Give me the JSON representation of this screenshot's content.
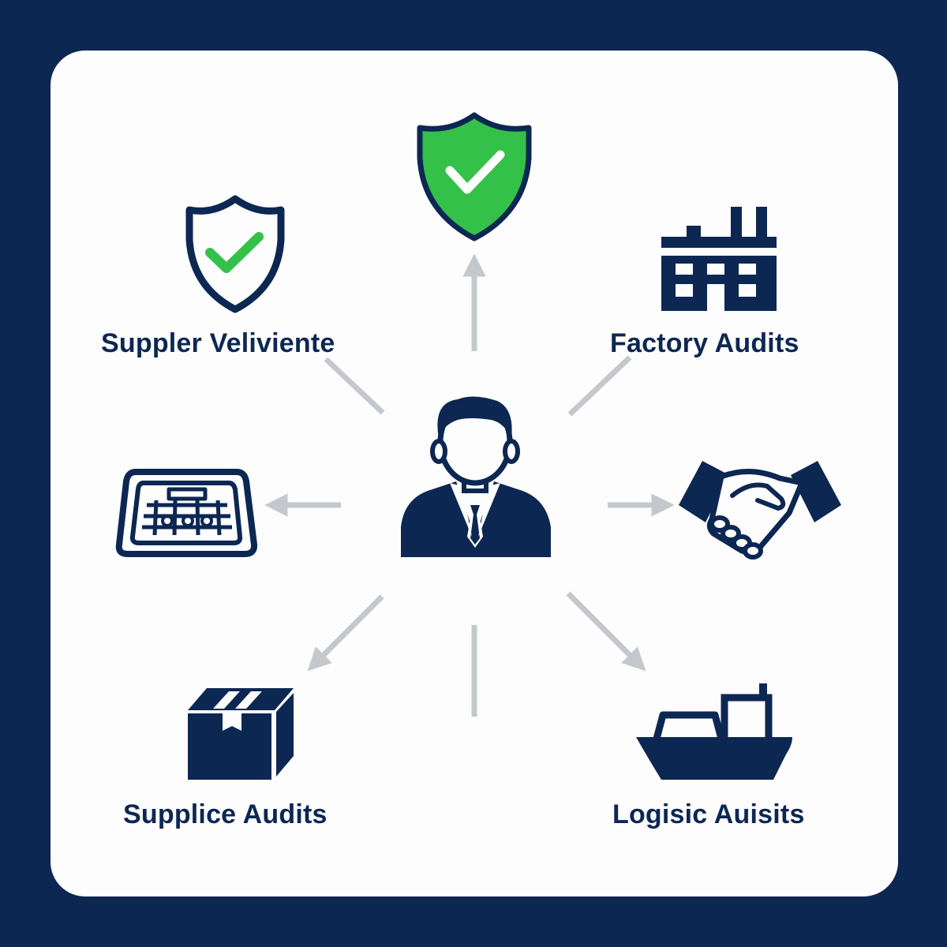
{
  "colors": {
    "background": "#0d2753",
    "card": "#fdfdfd",
    "primary": "#0d2753",
    "accent_green": "#34c149",
    "arrow_gray": "#c4c8cd"
  },
  "center": {
    "icon": "businessman-icon"
  },
  "nodes": [
    {
      "id": "top",
      "icon": "green-shield-check-icon"
    },
    {
      "id": "top-left",
      "icon": "shield-check-icon",
      "label": "Suppler Veliviente"
    },
    {
      "id": "top-right",
      "icon": "factory-icon",
      "label": "Factory Audits"
    },
    {
      "id": "left",
      "icon": "dashboard-panel-icon"
    },
    {
      "id": "right",
      "icon": "handshake-icon"
    },
    {
      "id": "bottom-left",
      "icon": "box-icon",
      "label": "Supplice Audits"
    },
    {
      "id": "bottom-right",
      "icon": "ship-icon",
      "label": "Logisic Auisits"
    }
  ]
}
